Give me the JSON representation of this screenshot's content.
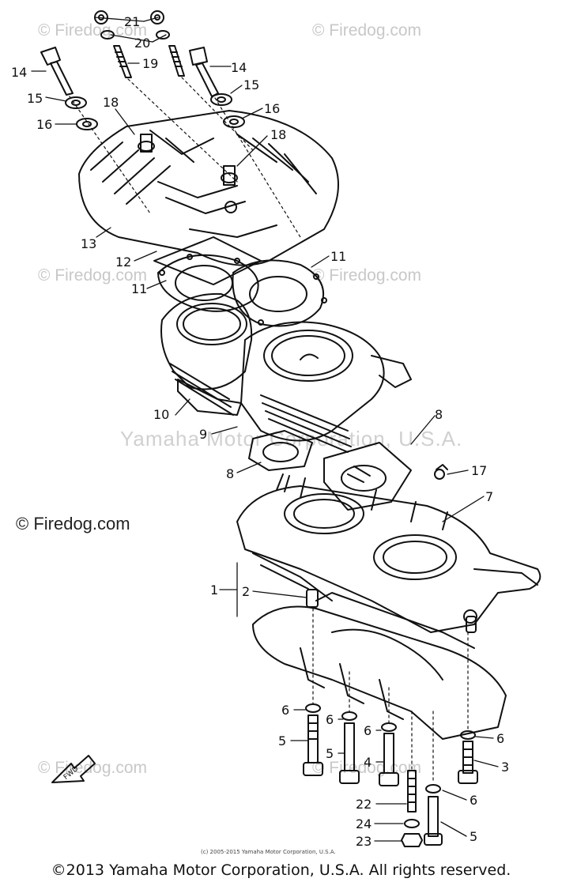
{
  "watermarks": {
    "firedog_light": "© Firedog.com",
    "firedog_dark": "© Firedog.com",
    "yamaha_center": "Yamaha Motor Corporation, U.S.A.",
    "small_copyright": "(c) 2005-2015 Yamaha Motor Corporation, U.S.A."
  },
  "footer": {
    "copyright": "©2013 Yamaha Motor Corporation, U.S.A. All rights reserved."
  },
  "fwd_badge": "FWD",
  "callouts": [
    "21",
    "20",
    "19",
    "14",
    "14",
    "15",
    "15",
    "16",
    "16",
    "18",
    "18",
    "13",
    "12",
    "11",
    "11",
    "10",
    "9",
    "8",
    "8",
    "17",
    "7",
    "1",
    "2",
    "6",
    "6",
    "6",
    "6",
    "5",
    "5",
    "4",
    "3",
    "6",
    "22",
    "24",
    "23",
    "5"
  ]
}
